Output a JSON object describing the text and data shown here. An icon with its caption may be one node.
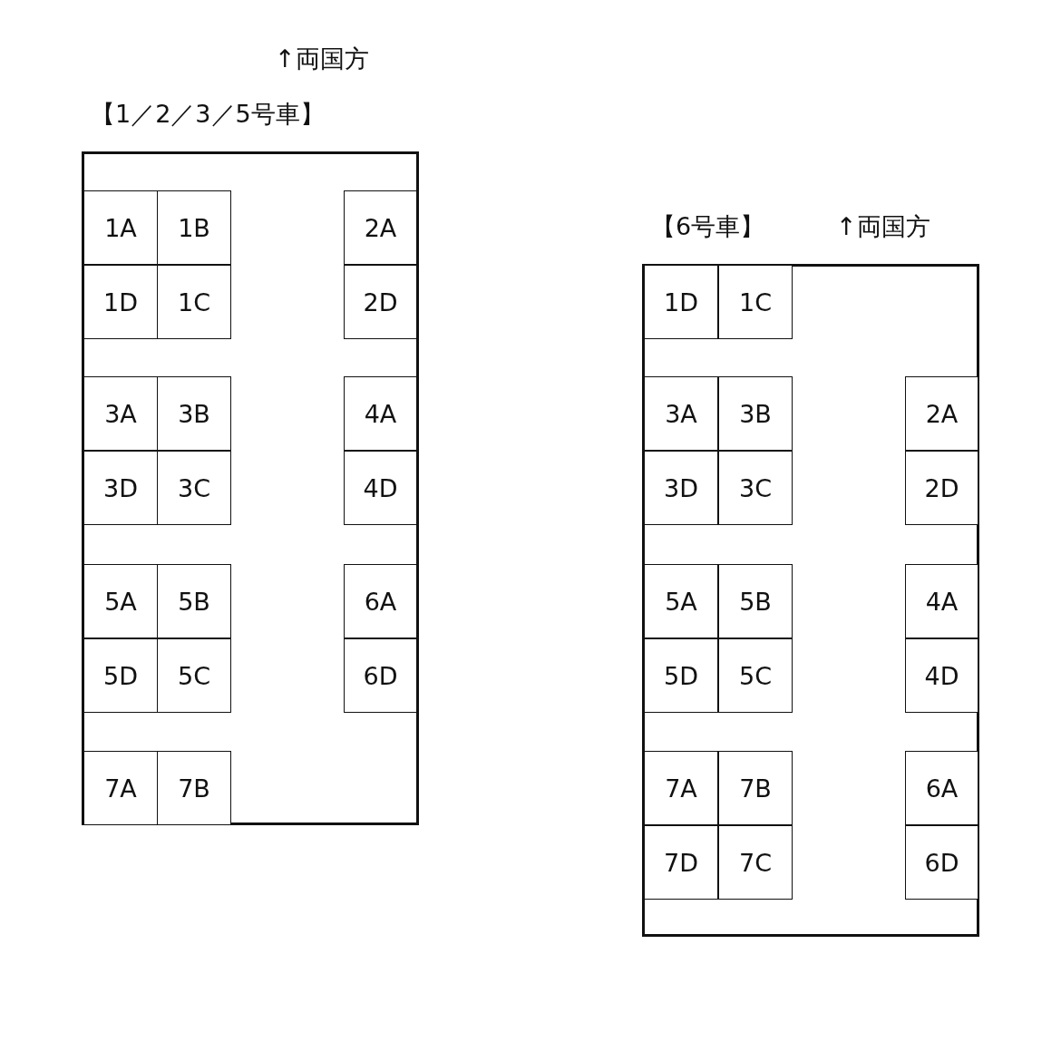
{
  "diagram": {
    "nodes": [
      {
        "text": [
          "【1／2／3／5号車】"
        ],
        "beside": [
          "↑両国方"
        ]
      },
      {
        "text": [
          "1A"
        ],
        "in": 0
      },
      {
        "text": [
          "1B"
        ],
        "in": 0
      },
      {
        "text": [
          "2A"
        ],
        "in": 0
      },
      {
        "text": [
          "1D"
        ],
        "in": 0
      },
      {
        "text": [
          "1C"
        ],
        "in": 0
      },
      {
        "text": [
          "2D"
        ],
        "in": 0
      },
      {
        "text": [
          "3A"
        ],
        "in": 0
      },
      {
        "text": [
          "3B"
        ],
        "in": 0
      },
      {
        "text": [
          "4A"
        ],
        "in": 0
      },
      {
        "text": [
          "3D"
        ],
        "in": 0
      },
      {
        "text": [
          "3C"
        ],
        "in": 0
      },
      {
        "text": [
          "4D"
        ],
        "in": 0
      },
      {
        "text": [
          "5A"
        ],
        "in": 0
      },
      {
        "text": [
          "5B"
        ],
        "in": 0
      },
      {
        "text": [
          "6A"
        ],
        "in": 0
      },
      {
        "text": [
          "5D"
        ],
        "in": 0
      },
      {
        "text": [
          "5C"
        ],
        "in": 0
      },
      {
        "text": [
          "6D"
        ],
        "in": 0
      },
      {
        "text": [
          "7A"
        ],
        "in": 0
      },
      {
        "text": [
          "7B"
        ],
        "in": 0
      },
      {
        "text": [
          "【6号車】"
        ],
        "beside": [
          "↑両国方"
        ]
      },
      {
        "text": [
          "1D"
        ],
        "in": 21
      },
      {
        "text": [
          "1C"
        ],
        "in": 21
      },
      {
        "text": [
          "3A"
        ],
        "in": 21
      },
      {
        "text": [
          "3B"
        ],
        "in": 21
      },
      {
        "text": [
          "2A"
        ],
        "in": 21
      },
      {
        "text": [
          "3D"
        ],
        "in": 21
      },
      {
        "text": [
          "3C"
        ],
        "in": 21
      },
      {
        "text": [
          "2D"
        ],
        "in": 21
      },
      {
        "text": [
          "5A"
        ],
        "in": 21
      },
      {
        "text": [
          "5B"
        ],
        "in": 21
      },
      {
        "text": [
          "4A"
        ],
        "in": 21
      },
      {
        "text": [
          "5D"
        ],
        "in": 21
      },
      {
        "text": [
          "5C"
        ],
        "in": 21
      },
      {
        "text": [
          "4D"
        ],
        "in": 21
      },
      {
        "text": [
          "7A"
        ],
        "in": 21
      },
      {
        "text": [
          "7B"
        ],
        "in": 21
      },
      {
        "text": [
          "6A"
        ],
        "in": 21
      },
      {
        "text": [
          "7D"
        ],
        "in": 21
      },
      {
        "text": [
          "7C"
        ],
        "in": 21
      },
      {
        "text": [
          "6D"
        ],
        "in": 21
      }
    ],
    "edges": []
  }
}
